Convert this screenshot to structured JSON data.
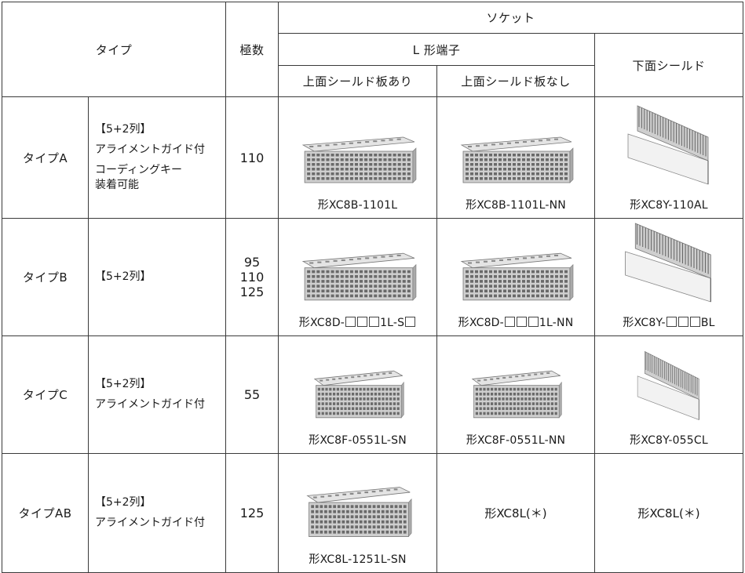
{
  "headers": {
    "type": "タイプ",
    "poles": "極数",
    "socket": "ソケット",
    "l_terminal": "L 形端子",
    "shield_yes": "上面シールド板あり",
    "shield_no": "上面シールド板なし",
    "bottom_shield": "下面シールド"
  },
  "rows": [
    {
      "name": "タイプA",
      "features": [
        "【5+2列】",
        "アライメントガイド付",
        "コーディングキー\n装着可能"
      ],
      "poles": "110",
      "models": [
        "形XC8B-1101L",
        "形XC8B-1101L-NN",
        "形XC8Y-110AL"
      ]
    },
    {
      "name": "タイプB",
      "features": [
        "【5+2列】"
      ],
      "poles": "95\n110\n125",
      "models": [
        "形XC8D-□□□1L-S□",
        "形XC8D-□□□1L-NN",
        "形XC8Y-□□□BL"
      ]
    },
    {
      "name": "タイプC",
      "features": [
        "【5+2列】",
        "アライメントガイド付"
      ],
      "poles": "55",
      "models": [
        "形XC8F-0551L-SN",
        "形XC8F-0551L-NN",
        "形XC8Y-055CL"
      ]
    },
    {
      "name": "タイプAB",
      "features": [
        "【5+2列】",
        "アライメントガイド付"
      ],
      "poles": "125",
      "models": [
        "形XC8L-1251L-SN",
        "形XC8L(＊)",
        "形XC8L(＊)"
      ]
    }
  ],
  "icons": {
    "connector": "connector-image-icon",
    "shield": "shield-plate-image-icon"
  }
}
